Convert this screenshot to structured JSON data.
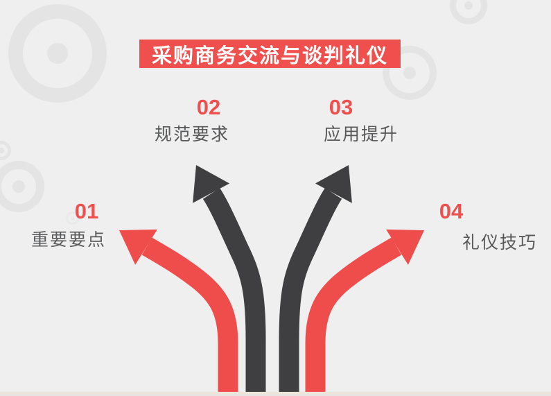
{
  "slide": {
    "title": "采购商务交流与谈判礼仪",
    "items": [
      {
        "number": "01",
        "label": "重要要点",
        "arrow_color": "red",
        "position": "outer-left"
      },
      {
        "number": "02",
        "label": "规范要求",
        "arrow_color": "dark",
        "position": "inner-left"
      },
      {
        "number": "03",
        "label": "应用提升",
        "arrow_color": "dark",
        "position": "inner-right"
      },
      {
        "number": "04",
        "label": "礼仪技巧",
        "arrow_color": "red",
        "position": "outer-right"
      }
    ],
    "colors": {
      "banner_red": "#f0504d",
      "arrow_red": "#ee4d4b",
      "arrow_dark": "#3f3f41",
      "label_gray": "#58595b",
      "background": "#efefef",
      "circle_gray": "#e4e4e4",
      "bottom_line": "#f0e5d9"
    }
  }
}
